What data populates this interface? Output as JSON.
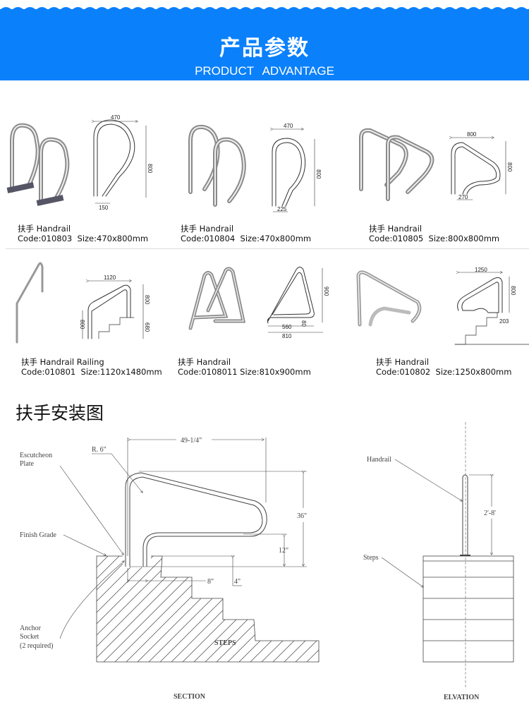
{
  "banner": {
    "title": "产品参数",
    "subtitle": "PRODUCT  ADVANTAGE",
    "color": "#0a80fb"
  },
  "products": [
    {
      "name": "扶手 Handrail",
      "code_size": "Code:010803  Size:470x800mm",
      "dims": [
        "470",
        "800",
        "150"
      ]
    },
    {
      "name": "扶手 Handrail",
      "code_size": "Code:010804  Size:470x800mm",
      "dims": [
        "470",
        "800",
        "225"
      ]
    },
    {
      "name": "扶手 Handrail",
      "code_size": "Code:010805  Size:800x800mm",
      "dims": [
        "800",
        "800",
        "270"
      ]
    },
    {
      "name": "扶手 Handrail Railing",
      "code_size": "Code:010801  Size:1120x1480mm",
      "dims": [
        "1120",
        "800",
        "800",
        "680"
      ]
    },
    {
      "name": "扶手 Handrail",
      "code_size": "Code:0108011 Size:810x900mm",
      "dims": [
        "900",
        "560",
        "80",
        "810"
      ]
    },
    {
      "name": "扶手 Handrail",
      "code_size": "Code:010802  Size:1250x800mm",
      "dims": [
        "1250",
        "800",
        "203"
      ]
    }
  ],
  "install": {
    "title": "扶手安装图",
    "section": {
      "caption": "SECTION",
      "labels": {
        "escutcheon_1": "Escutcheon",
        "escutcheon_2": "Plate",
        "radius": "R. 6\"",
        "finish_grade": "Finish Grade",
        "anchor_1": "Anchor",
        "anchor_2": "Socket",
        "anchor_3": "(2 required)",
        "steps": "STEPS"
      },
      "dims": {
        "width": "49-1/4\"",
        "height": "36\"",
        "lower": "12\"",
        "depth": "4\"",
        "spacing": "8\""
      }
    },
    "elevation": {
      "caption": "ELVATION",
      "labels": {
        "handrail": "Handrail",
        "steps": "Steps"
      },
      "dims": {
        "height": "2'-8'"
      }
    }
  }
}
